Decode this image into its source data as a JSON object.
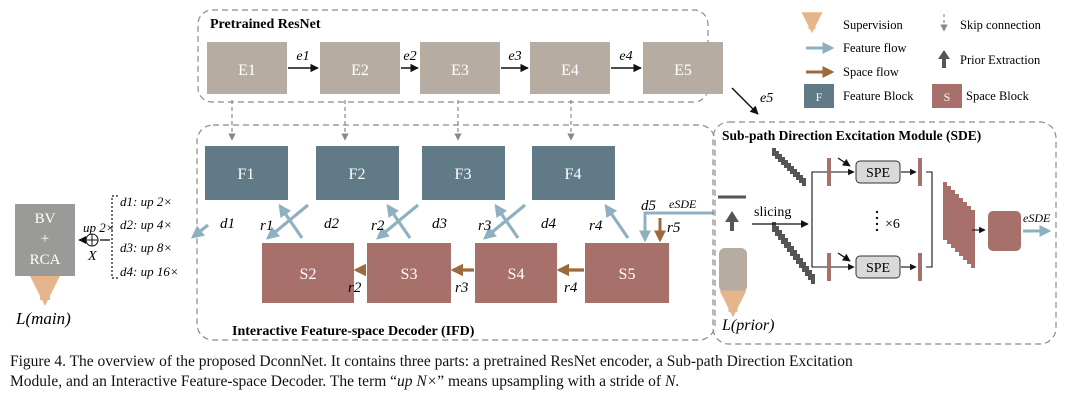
{
  "encoder": {
    "title": "Pretrained ResNet",
    "blocks": [
      "E1",
      "E2",
      "E3",
      "E4",
      "E5"
    ],
    "edges": [
      "e1",
      "e2",
      "e3",
      "e4"
    ],
    "out_edge": "e5"
  },
  "decoder": {
    "title": "Interactive Feature-space Decoder (IFD)",
    "feature_blocks": [
      "F1",
      "F2",
      "F3",
      "F4"
    ],
    "space_blocks": [
      "S2",
      "S3",
      "S4",
      "S5"
    ],
    "d_labels": [
      "d1",
      "d2",
      "d3",
      "d4",
      "d5"
    ],
    "r_up_labels": [
      "r1",
      "r2",
      "r3",
      "r4"
    ],
    "r_flow_labels": [
      "r2",
      "r3",
      "r4"
    ],
    "r5": "r5",
    "e_sde": "eSDE"
  },
  "sde": {
    "title": "Sub-path Direction Excitation Module (SDE)",
    "slicing": "slicing",
    "spe": "SPE",
    "repeat": "×6",
    "out": "eSDE",
    "prior_loss": "L(prior)"
  },
  "head": {
    "block_lines": [
      "BV",
      "+",
      "RCA"
    ],
    "up_label": "up 2×",
    "x_label": "X",
    "main_loss": "L(main)",
    "ups": [
      "d1: up 2×",
      "d2: up 4×",
      "d3: up 8×",
      "d4: up 16×"
    ]
  },
  "legend": {
    "supervision": "Supervision",
    "skip": "Skip connection",
    "feature_flow": "Feature flow",
    "prior": "Prior Extraction",
    "space_flow": "Space flow",
    "feature_block": "Feature Block",
    "feature_letter": "F",
    "space_block": "Space Block",
    "space_letter": "S"
  },
  "colors": {
    "encoder": "#b6aca1",
    "feature": "#607a88",
    "space": "#a8706a",
    "feature_arrow": "#8fb0c0",
    "space_arrow": "#9c6a3c",
    "supervision": "#e5b68c",
    "gray_block": "#9a9a98"
  },
  "caption": {
    "label": "Figure 4.",
    "line1": "The overview of the proposed DconnNet. It contains three parts: a pretrained ResNet encoder, a Sub-path Direction Excitation",
    "line2a": "Module, and an Interactive Feature-space Decoder. The term “",
    "term": "up N×",
    "line2b": "” means upsampling with a stride of ",
    "n": "N",
    "line2c": "."
  }
}
